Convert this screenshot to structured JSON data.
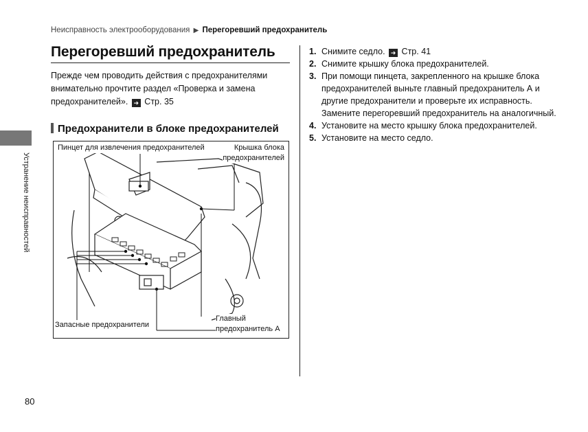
{
  "breadcrumb": {
    "parent": "Неисправность электрооборудования",
    "current": "Перегоревший предохранитель"
  },
  "title": "Перегоревший предохранитель",
  "intro": {
    "text": "Прежде чем проводить действия с предохранителями внимательно прочтите раздел «Проверка и замена предохранителей».",
    "ref": "Стр. 35"
  },
  "section_heading": "Предохранители в блоке предохранителей",
  "figure": {
    "label_tweezers": "Пинцет для извлечения предохранителей",
    "label_cover_line1": "Крышка блока",
    "label_cover_line2": "предохранителей",
    "label_spare": "Запасные предохранители",
    "label_main_line1": "Главный",
    "label_main_line2": "предохранитель А"
  },
  "steps": [
    {
      "num": "1.",
      "text": "Снимите седло.",
      "ref": "Стр. 41"
    },
    {
      "num": "2.",
      "text": "Снимите крышку блока предохранителей."
    },
    {
      "num": "3.",
      "text": "При помощи пинцета, закрепленного на крышке блока предохранителей выньте главный предохранитель А и другие предохранители и проверьте их исправность. Замените перегоревший предохранитель на аналогичный."
    },
    {
      "num": "4.",
      "text": "Установите на место крышку блока предохранителей."
    },
    {
      "num": "5.",
      "text": "Установите на место седло."
    }
  ],
  "side_tab": "Устранение неисправностей",
  "page_number": "80",
  "icons": {
    "reference": "page-reference-arrow-icon",
    "breadcrumb_separator": "triangle-right-icon"
  },
  "colors": {
    "text": "#111111",
    "side_tab": "#777777",
    "heading_bar": "#555555"
  }
}
